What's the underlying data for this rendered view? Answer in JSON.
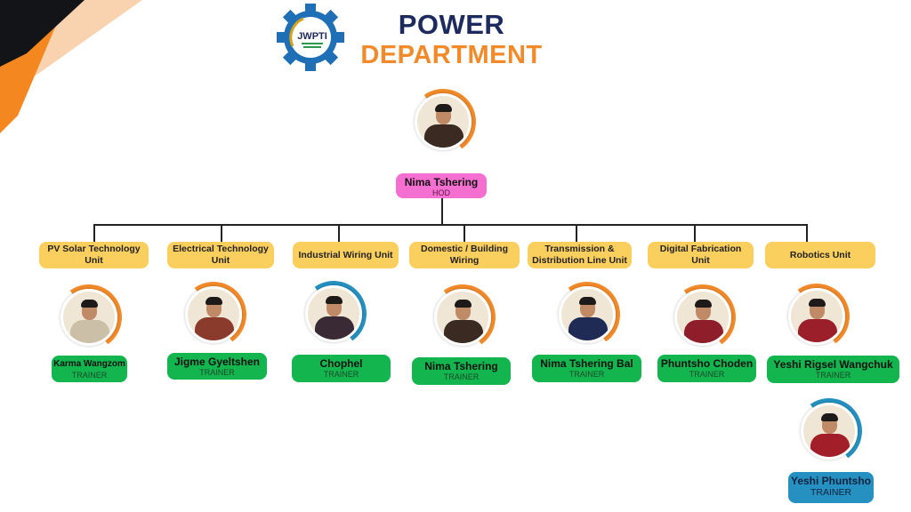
{
  "header": {
    "logo_text": "JWPTI",
    "title_line1": "POWER",
    "title_line2": "DEPARTMENT"
  },
  "colors": {
    "navy": "#1c2a5e",
    "orange": "#f28a2a",
    "unit": "#fbcf5e",
    "trainer": "#12b54e",
    "hod": "#f46fd0",
    "alt_trainer": "#2690c0",
    "arc_blue": "#2690c0"
  },
  "hod": {
    "name": "Nima Tshering",
    "role": "HOD"
  },
  "units": [
    {
      "label": "PV Solar Technology Unit",
      "trainers": [
        {
          "name": "Karma Wangzom",
          "role": "TRAINER",
          "arc": "orange",
          "outfit": "#cbbfa8"
        }
      ]
    },
    {
      "label": "Electrical Technology Unit",
      "trainers": [
        {
          "name": "Jigme Gyeltshen",
          "role": "TRAINER",
          "arc": "orange",
          "outfit": "#8a3b2c"
        }
      ]
    },
    {
      "label": "Industrial Wiring Unit",
      "trainers": [
        {
          "name": "Chophel",
          "role": "TRAINER",
          "arc": "blue",
          "outfit": "#3a2a36"
        }
      ]
    },
    {
      "label": "Domestic / Building Wiring",
      "trainers": [
        {
          "name": "Nima Tshering",
          "role": "TRAINER",
          "arc": "orange",
          "outfit": "#3a2a22"
        }
      ]
    },
    {
      "label": "Transmission & Distribution Line Unit",
      "trainers": [
        {
          "name": "Nima Tshering Bal",
          "role": "TRAINER",
          "arc": "orange",
          "outfit": "#1f2a55"
        }
      ]
    },
    {
      "label": "Digital Fabrication Unit",
      "trainers": [
        {
          "name": "Phuntsho Choden",
          "role": "TRAINER",
          "arc": "orange",
          "outfit": "#8e1f2a"
        }
      ]
    },
    {
      "label": "Robotics Unit",
      "trainers": [
        {
          "name": "Yeshi Rigsel Wangchuk",
          "role": "TRAINER",
          "arc": "orange",
          "outfit": "#9a1f2a"
        },
        {
          "name": "Yeshi Phuntsho",
          "role": "TRAINER",
          "arc": "blue",
          "outfit": "#a21f2a"
        }
      ]
    }
  ]
}
